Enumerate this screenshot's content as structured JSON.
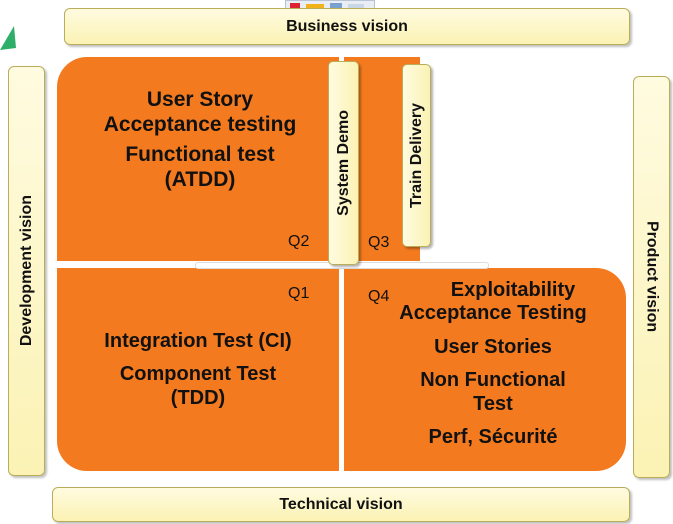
{
  "bars": {
    "top": "Business vision",
    "bottom": "Technical vision",
    "left": "Development vision",
    "right": "Product vision"
  },
  "quadrants": {
    "q2": {
      "label": "Q2",
      "lines": [
        "User Story",
        "Acceptance testing",
        "Functional test",
        "(ATDD)"
      ]
    },
    "q3": {
      "label": "Q3"
    },
    "q1": {
      "label": "Q1",
      "lines": [
        "Integration Test (CI)",
        "Component Test",
        "(TDD)"
      ]
    },
    "q4": {
      "label": "Q4",
      "lines": [
        "Exploitability",
        "Acceptance Testing",
        "User Stories",
        "Non Functional",
        "Test",
        "Perf, Sécurité"
      ]
    }
  },
  "boxes": {
    "system_demo": "System Demo",
    "train_delivery": "Train Delivery"
  },
  "colors": {
    "quadrant": "#f47a1f",
    "bar": "#fbf2b4"
  }
}
